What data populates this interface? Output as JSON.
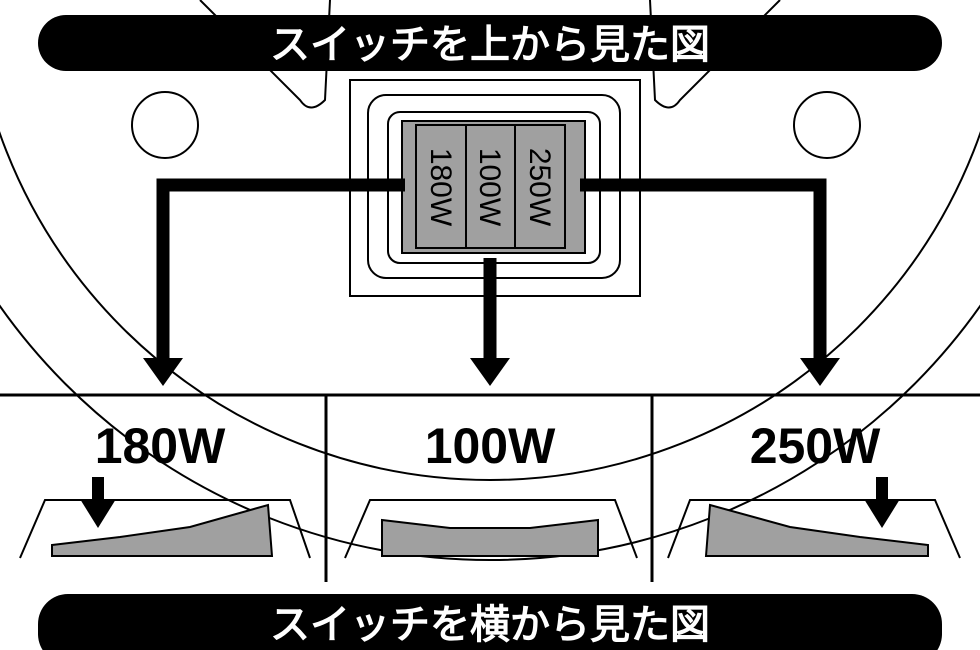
{
  "top_banner": "スイッチを上から見た図",
  "bottom_banner": "スイッチを横から見た図",
  "switch_positions": [
    "180W",
    "100W",
    "250W"
  ],
  "side_views": [
    {
      "label": "180W"
    },
    {
      "label": "100W"
    },
    {
      "label": "250W"
    }
  ],
  "colors": {
    "switch_gray": "#a0a0a0",
    "line": "#000000",
    "banner_bg": "#000000",
    "banner_text": "#ffffff"
  }
}
